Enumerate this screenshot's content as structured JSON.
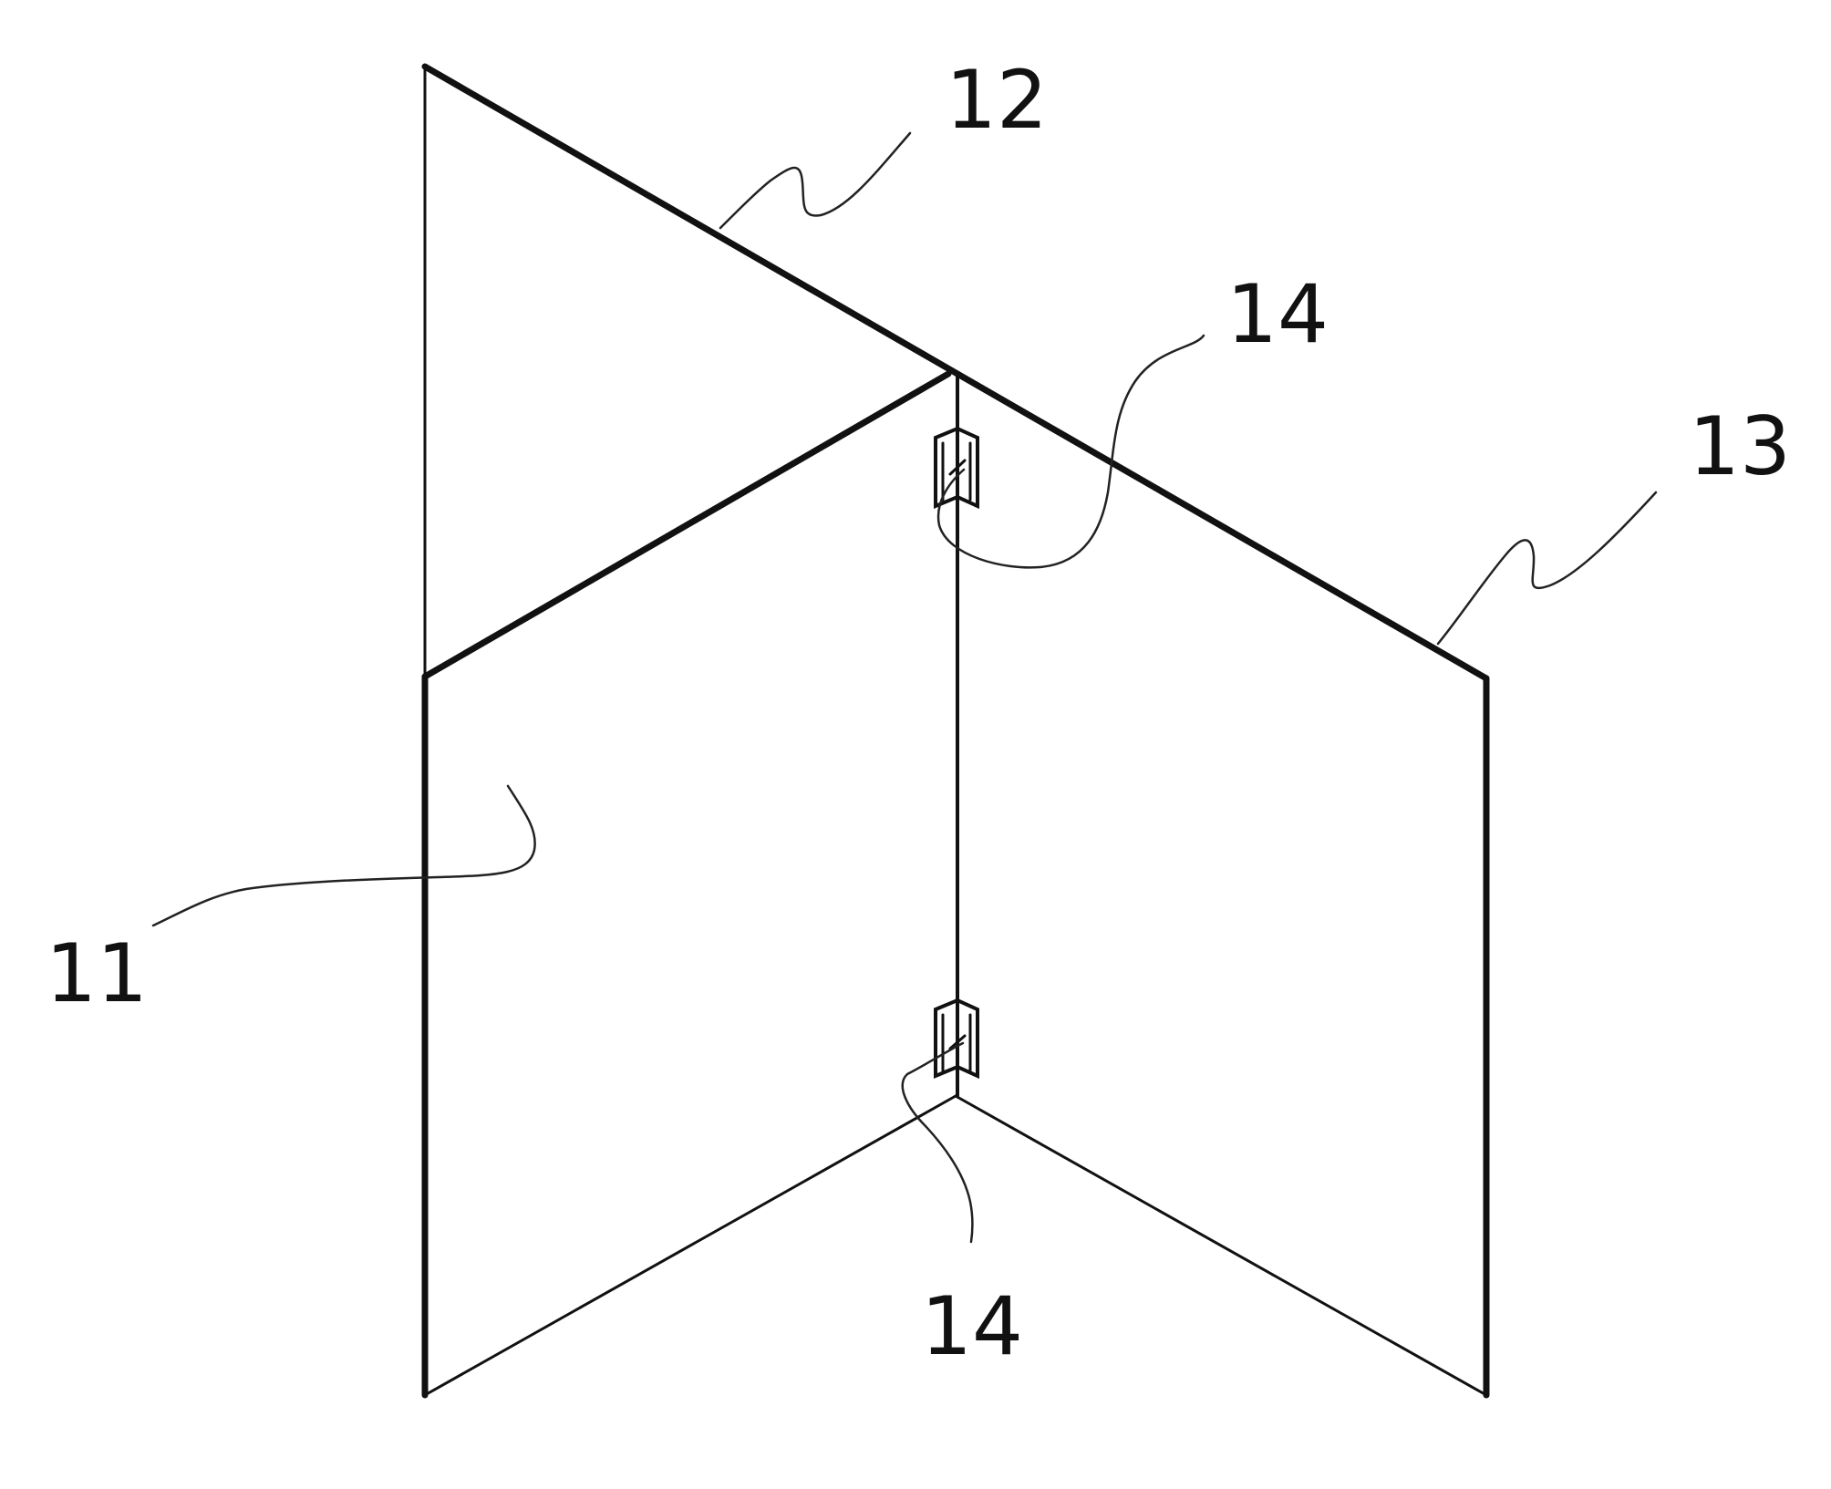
{
  "labels": {
    "panel_11": "11",
    "panel_12": "12",
    "panel_13": "13",
    "hinge_top": "14",
    "hinge_bottom": "14"
  },
  "colors": {
    "ink": "#111111",
    "paper": "#ffffff"
  }
}
